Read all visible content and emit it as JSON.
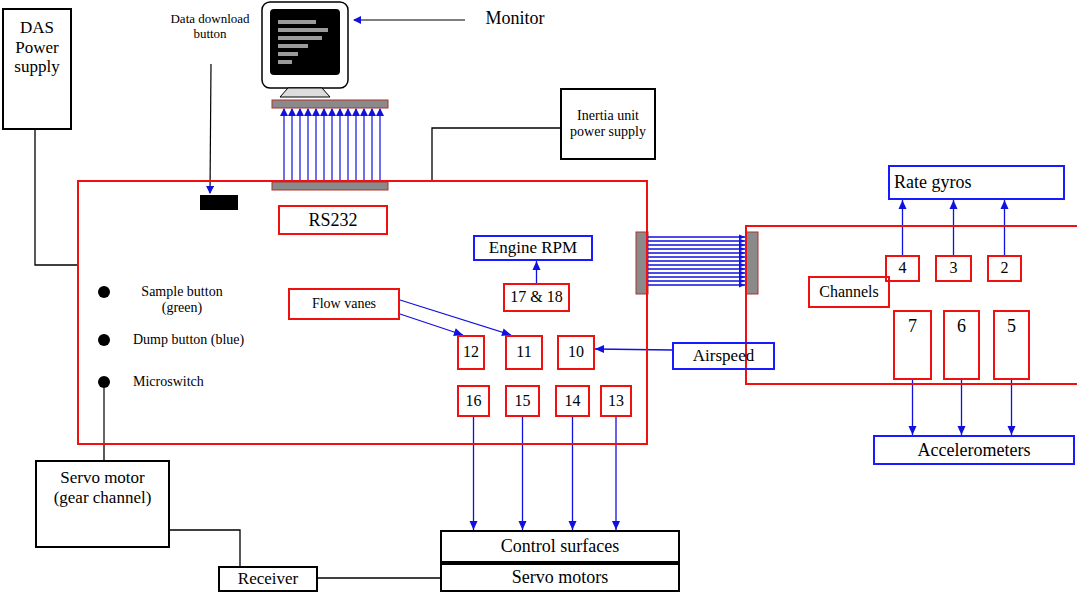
{
  "diagram": {
    "nodes": [
      {
        "text": [
          "DAS Power supply"
        ]
      },
      {
        "text": [
          "Inertia unit power supply"
        ]
      },
      {
        "text": [
          "Rate gyros"
        ]
      },
      {
        "text": [
          "Sample button (green)",
          "Dump button (blue)",
          "Microswitch"
        ]
      },
      {
        "text": [
          "RS232"
        ],
        "in": 3
      },
      {
        "text": [
          "Engine RPM"
        ],
        "in": 3
      },
      {
        "text": [
          "17 & 18"
        ],
        "in": 3
      },
      {
        "text": [
          "Flow vanes"
        ],
        "in": 3
      },
      {
        "text": [
          "12"
        ],
        "in": 3
      },
      {
        "text": [
          "11"
        ],
        "in": 3
      },
      {
        "text": [
          "10"
        ],
        "in": 3
      },
      {
        "text": [
          "16"
        ],
        "in": 3
      },
      {
        "text": [
          "15"
        ],
        "in": 3
      },
      {
        "text": [
          "14"
        ],
        "in": 3
      },
      {
        "text": [
          "13"
        ],
        "in": 3
      },
      {
        "text": []
      },
      {
        "text": [
          "4"
        ],
        "in": 15
      },
      {
        "text": [
          "3"
        ],
        "in": 15
      },
      {
        "text": [
          "2"
        ],
        "in": 15
      },
      {
        "text": [
          "Channels"
        ],
        "in": 15
      },
      {
        "text": [
          "7"
        ],
        "in": 15
      },
      {
        "text": [
          "6"
        ],
        "in": 15
      },
      {
        "text": [
          "5"
        ],
        "in": 15
      },
      {
        "text": [
          "Airspeed"
        ]
      },
      {
        "text": [
          "Accelerometers"
        ]
      },
      {
        "text": [
          "Servo motor (gear channel)"
        ]
      },
      {
        "text": [
          "Control surfaces"
        ]
      },
      {
        "text": [
          "Servo motors"
        ]
      },
      {
        "text": [
          "Receiver"
        ]
      }
    ],
    "edges": [
      {
        "from": 0,
        "to": 3,
        "arrow": "none"
      },
      {
        "from": 1,
        "to": 3,
        "arrow": "none"
      },
      {
        "from": 6,
        "to": 5,
        "arrow": "to"
      },
      {
        "from": 7,
        "to": 8,
        "arrow": "to"
      },
      {
        "from": 7,
        "to": 9,
        "arrow": "to"
      },
      {
        "from": 23,
        "to": 10,
        "arrow": "to"
      },
      {
        "from": 11,
        "to": 26,
        "arrow": "to"
      },
      {
        "from": 12,
        "to": 26,
        "arrow": "to"
      },
      {
        "from": 13,
        "to": 26,
        "arrow": "to"
      },
      {
        "from": 14,
        "to": 26,
        "arrow": "to"
      },
      {
        "from": 16,
        "to": 2,
        "arrow": "to"
      },
      {
        "from": 17,
        "to": 2,
        "arrow": "to"
      },
      {
        "from": 18,
        "to": 2,
        "arrow": "to"
      },
      {
        "from": 20,
        "to": 24,
        "arrow": "to"
      },
      {
        "from": 21,
        "to": 24,
        "arrow": "to"
      },
      {
        "from": 22,
        "to": 24,
        "arrow": "to"
      },
      {
        "from": 3,
        "to": 15,
        "arrow": "to"
      },
      {
        "from": 3,
        "to": 25,
        "arrow": "none"
      },
      {
        "from": 25,
        "to": 28,
        "arrow": "none"
      },
      {
        "from": 28,
        "to": 27,
        "arrow": "none"
      }
    ],
    "labels": [
      "Monitor",
      "Data download button"
    ]
  }
}
